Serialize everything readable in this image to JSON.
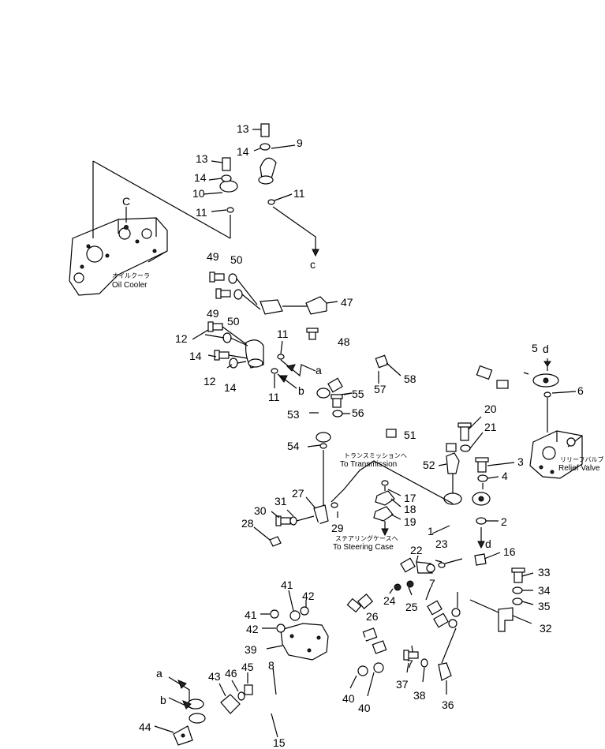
{
  "part_numbers": [
    "1",
    "2",
    "3",
    "4",
    "5",
    "6",
    "7",
    "8",
    "9",
    "10",
    "11",
    "12",
    "13",
    "14",
    "15",
    "16",
    "17",
    "18",
    "19",
    "20",
    "21",
    "22",
    "23",
    "24",
    "25",
    "26",
    "27",
    "28",
    "29",
    "30",
    "31",
    "32",
    "33",
    "34",
    "35",
    "36",
    "37",
    "38",
    "39",
    "40",
    "41",
    "42",
    "43",
    "44",
    "45",
    "46",
    "47",
    "48",
    "49",
    "50",
    "51",
    "52",
    "53",
    "54",
    "55",
    "56",
    "57",
    "58"
  ],
  "connection_letters": [
    "a",
    "b",
    "c",
    "d",
    "C"
  ],
  "captions": {
    "oil_cooler_jp": "オイルクーラ",
    "oil_cooler": "Oil Cooler",
    "relief_valve_jp": "リリーフバルブ",
    "relief_valve": "Relief Valve",
    "transmission_jp": "トランスミッションへ",
    "transmission": "To Transmission",
    "steering_jp": "ステアリングケースへ",
    "steering": "To Steering Case"
  }
}
